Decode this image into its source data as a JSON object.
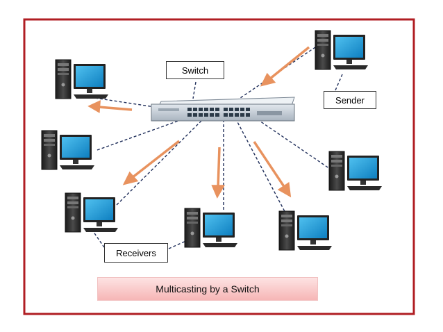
{
  "labels": {
    "switch": "Switch",
    "sender": "Sender",
    "receivers": "Receivers"
  },
  "caption": "Multicasting by a Switch",
  "colors": {
    "frame": "#b01e23",
    "arrow": "#e8925e",
    "monitor_screen": "#1a9ad6",
    "switch_body": "#c9d2da",
    "caption_bg": "#f8c6c6"
  },
  "icons": {
    "computer": "desktop-computer-icon",
    "switch": "network-switch-icon"
  }
}
